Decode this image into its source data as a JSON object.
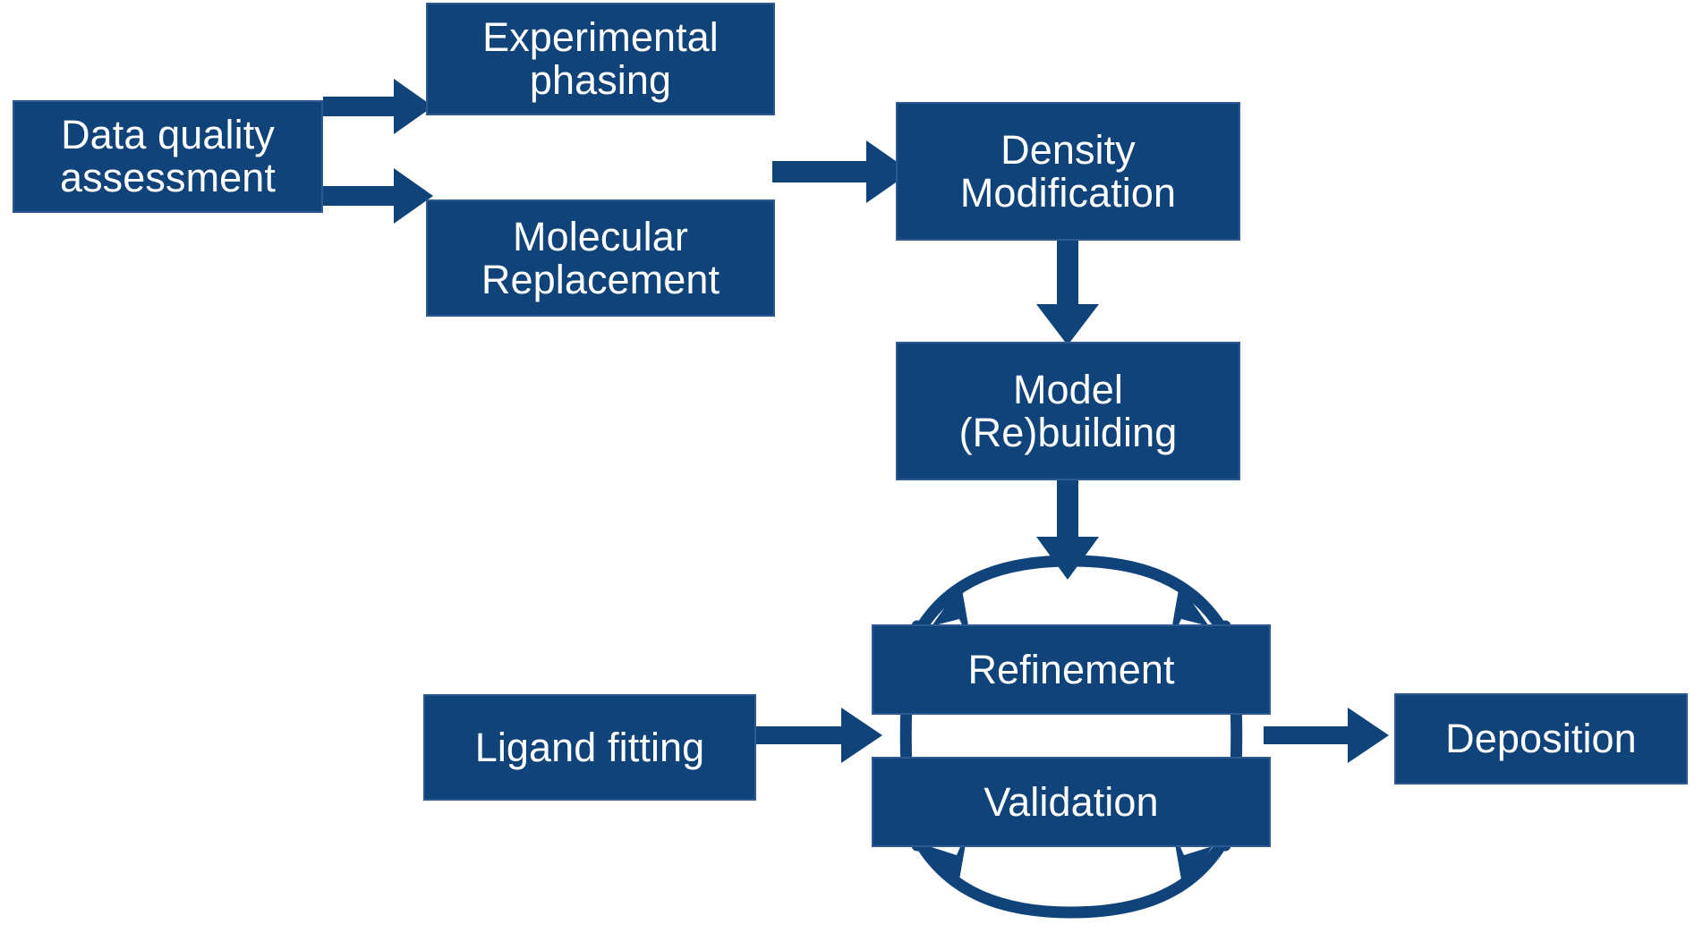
{
  "diagram": {
    "title": "Macromolecular crystallography structure determination workflow",
    "type": "flowchart",
    "palette": {
      "box_fill": "#10437A",
      "box_border": "#2E5991",
      "box_text": "#FFFFFF",
      "arrow": "#10437A",
      "background": "#FFFFFF"
    },
    "nodes": [
      {
        "id": "data-quality",
        "label": "Data quality\nassessment"
      },
      {
        "id": "exp-phasing",
        "label": "Experimental\nphasing"
      },
      {
        "id": "mol-replacement",
        "label": "Molecular\nReplacement"
      },
      {
        "id": "density-mod",
        "label": "Density\nModification"
      },
      {
        "id": "model-rebuilding",
        "label": "Model\n(Re)building"
      },
      {
        "id": "refinement",
        "label": "Refinement"
      },
      {
        "id": "validation",
        "label": "Validation"
      },
      {
        "id": "ligand-fitting",
        "label": "Ligand fitting"
      },
      {
        "id": "deposition",
        "label": "Deposition"
      }
    ],
    "edges": [
      {
        "from": "data-quality",
        "to": "exp-phasing",
        "style": "straight-arrow",
        "direction": "right"
      },
      {
        "from": "data-quality",
        "to": "mol-replacement",
        "style": "straight-arrow",
        "direction": "right"
      },
      {
        "from": "exp-phasing",
        "to": "density-mod",
        "style": "straight-arrow",
        "direction": "right"
      },
      {
        "from": "mol-replacement",
        "to": "density-mod",
        "style": "straight-arrow",
        "direction": "right"
      },
      {
        "from": "density-mod",
        "to": "model-rebuilding",
        "style": "straight-arrow",
        "direction": "down"
      },
      {
        "from": "model-rebuilding",
        "to": "refinement",
        "style": "straight-arrow",
        "direction": "down"
      },
      {
        "from": "refinement",
        "to": "validation",
        "style": "cycle-arc",
        "direction": "clockwise"
      },
      {
        "from": "validation",
        "to": "refinement",
        "style": "cycle-arc",
        "direction": "clockwise"
      },
      {
        "from": "ligand-fitting",
        "to": "refinement",
        "style": "straight-arrow",
        "direction": "right"
      },
      {
        "from": "refinement",
        "to": "deposition",
        "style": "straight-arrow",
        "direction": "right"
      }
    ]
  }
}
